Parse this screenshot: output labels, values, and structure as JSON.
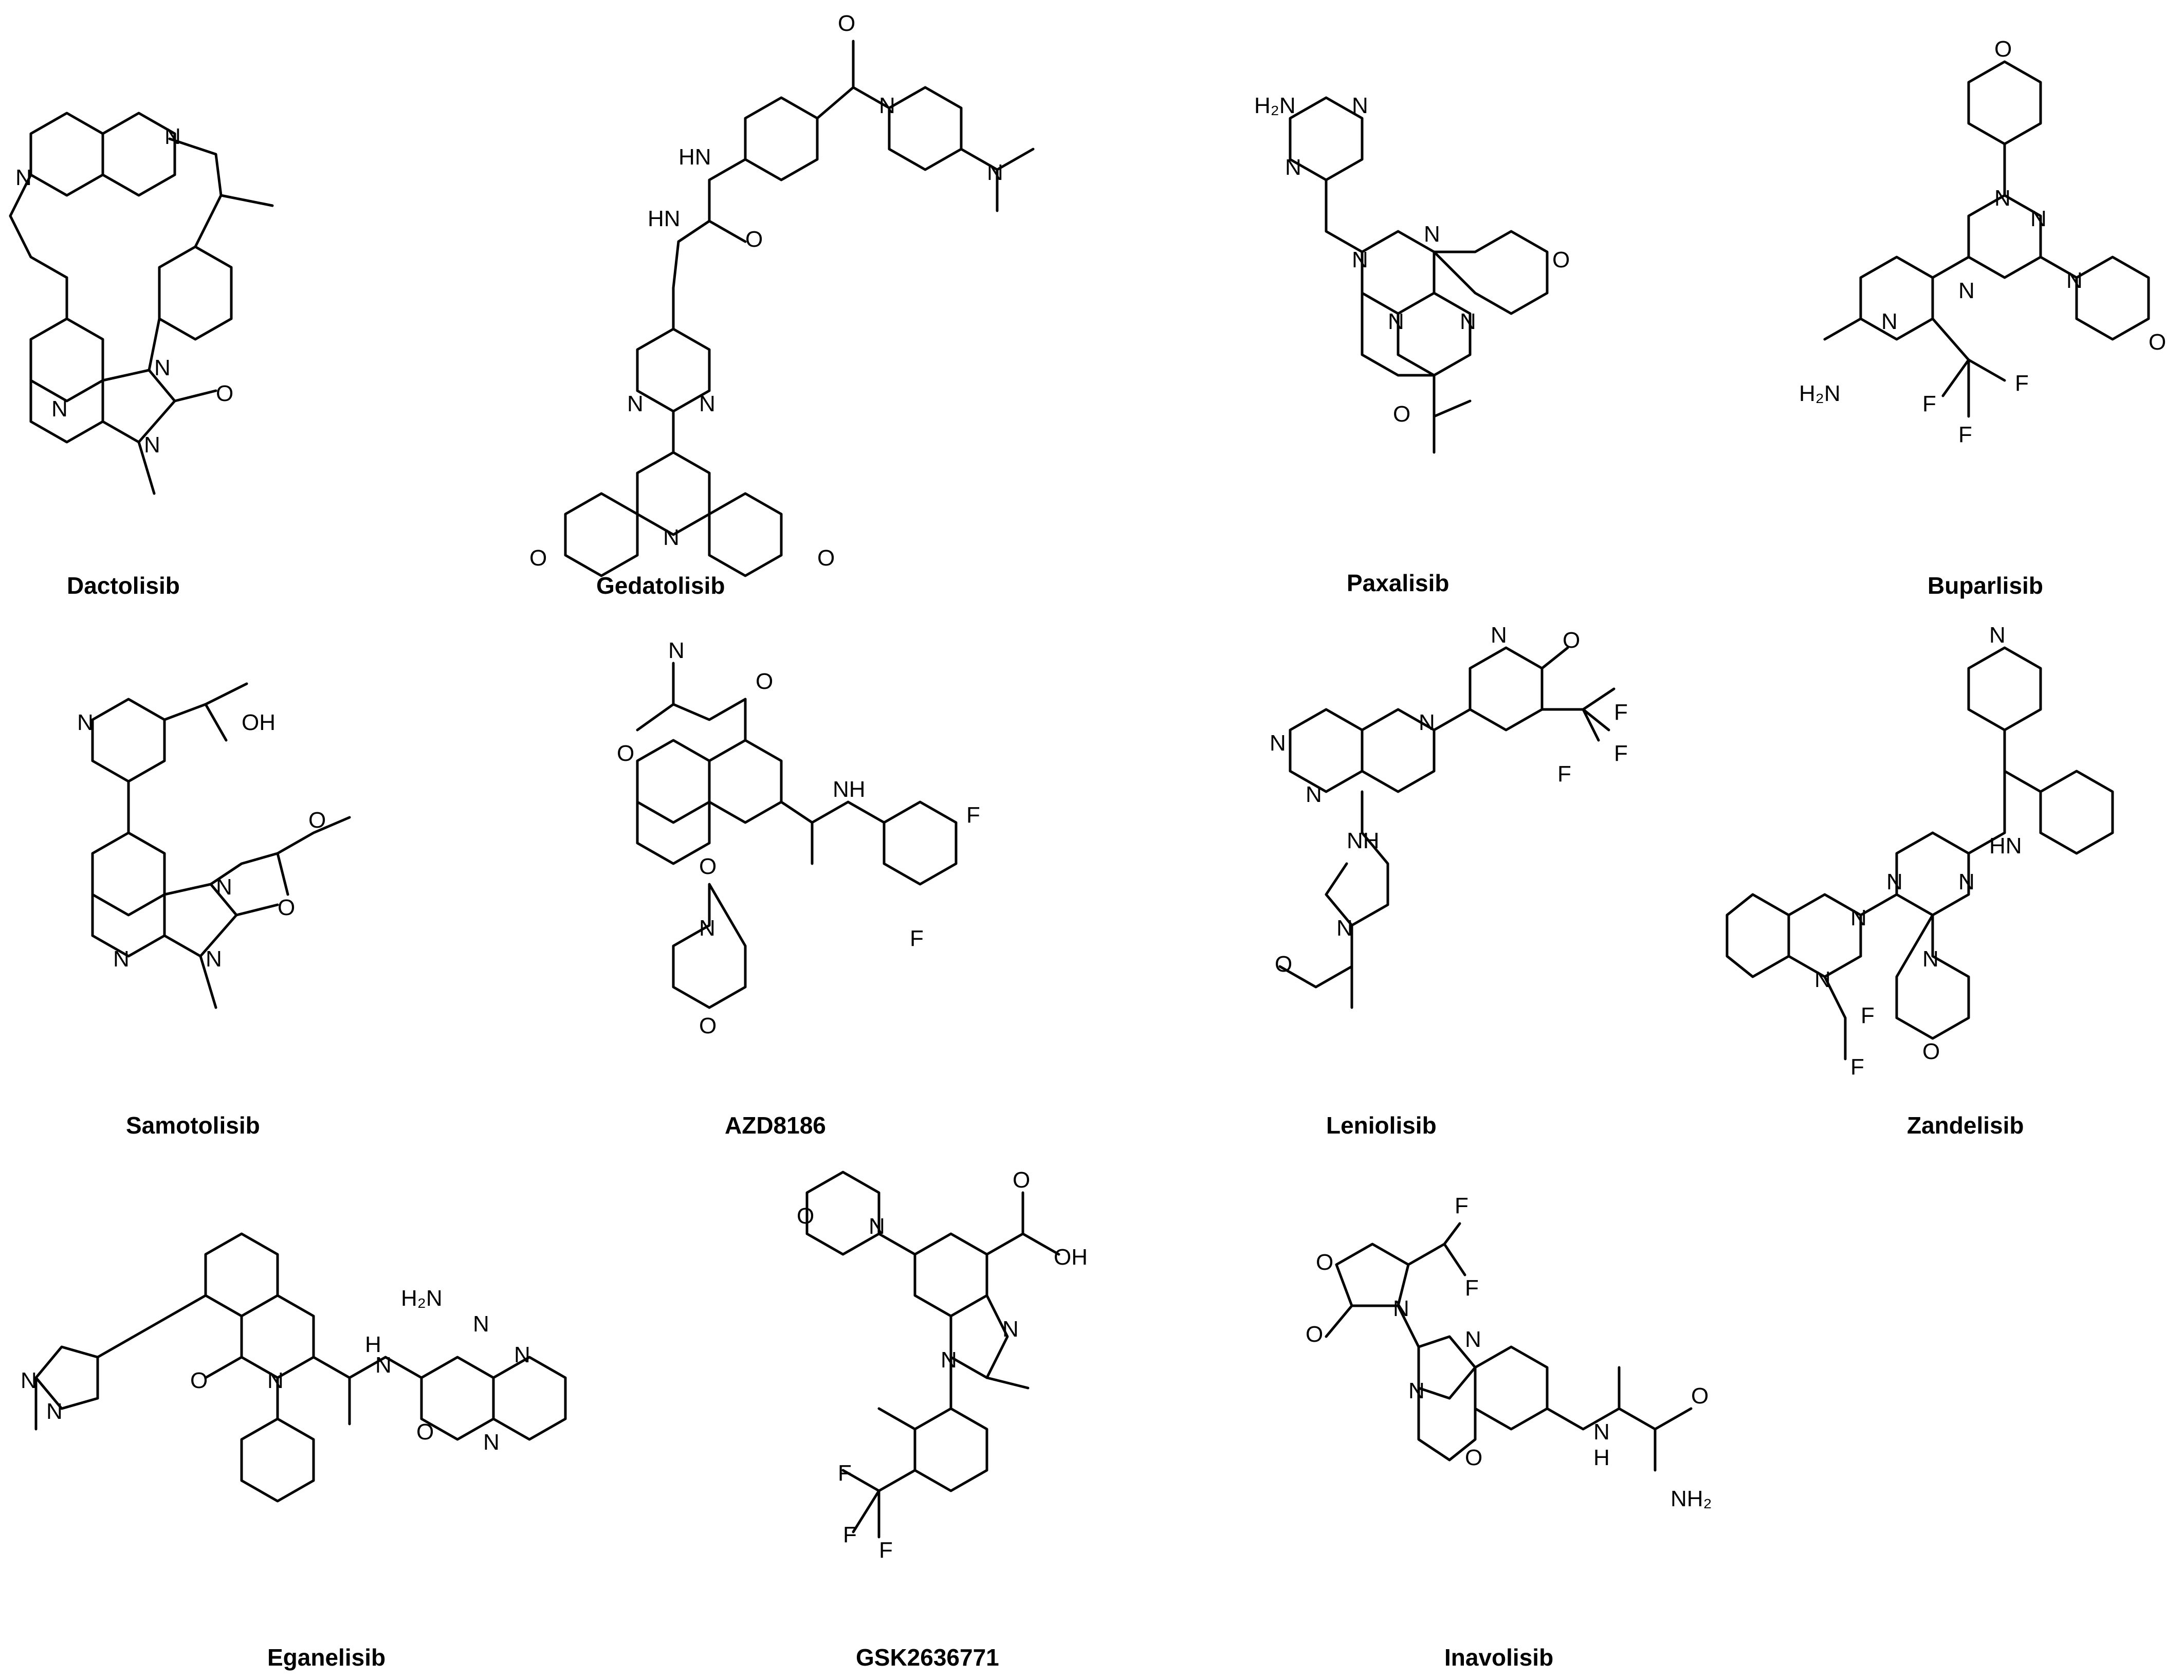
{
  "compounds": [
    {
      "name": "Dactolisib"
    },
    {
      "name": "Gedatolisib"
    },
    {
      "name": "Paxalisib"
    },
    {
      "name": "Buparlisib"
    },
    {
      "name": "Samotolisib"
    },
    {
      "name": "AZD8186"
    },
    {
      "name": "Leniolisib"
    },
    {
      "name": "Zandelisib"
    },
    {
      "name": "Eganelisib"
    },
    {
      "name": "GSK2636771"
    },
    {
      "name": "Inavolisib"
    }
  ],
  "atom_labels": {
    "N": "N",
    "O": "O",
    "F": "F",
    "HN": "HN",
    "NH": "NH",
    "H": "H",
    "OH": "OH",
    "NH2": "NH₂",
    "H2N": "H₂N",
    "NC": "N",
    "OHr": "O H"
  }
}
